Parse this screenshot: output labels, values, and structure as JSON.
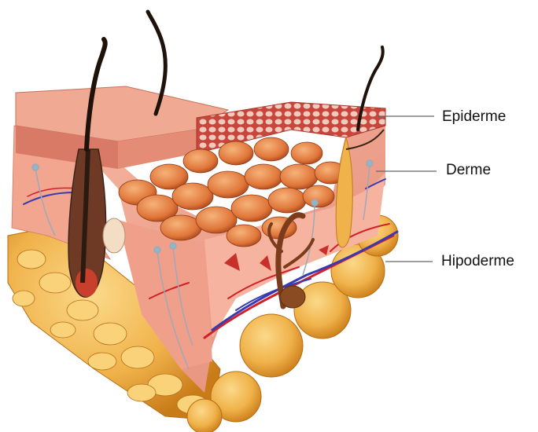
{
  "labels": {
    "epidermis": "Epiderme",
    "dermis": "Derme",
    "hypodermis": "Hipoderme"
  },
  "colors": {
    "dermis": "#f2a58f",
    "epidermis_top": "#e79a84",
    "fat": "#f0b24a",
    "fat_dark": "#d98a1e",
    "hair": "#3a2416",
    "artery": "#d0202a",
    "vein": "#3a3ab0",
    "nerve": "#a0a8b8",
    "leader_line": "#666666"
  }
}
